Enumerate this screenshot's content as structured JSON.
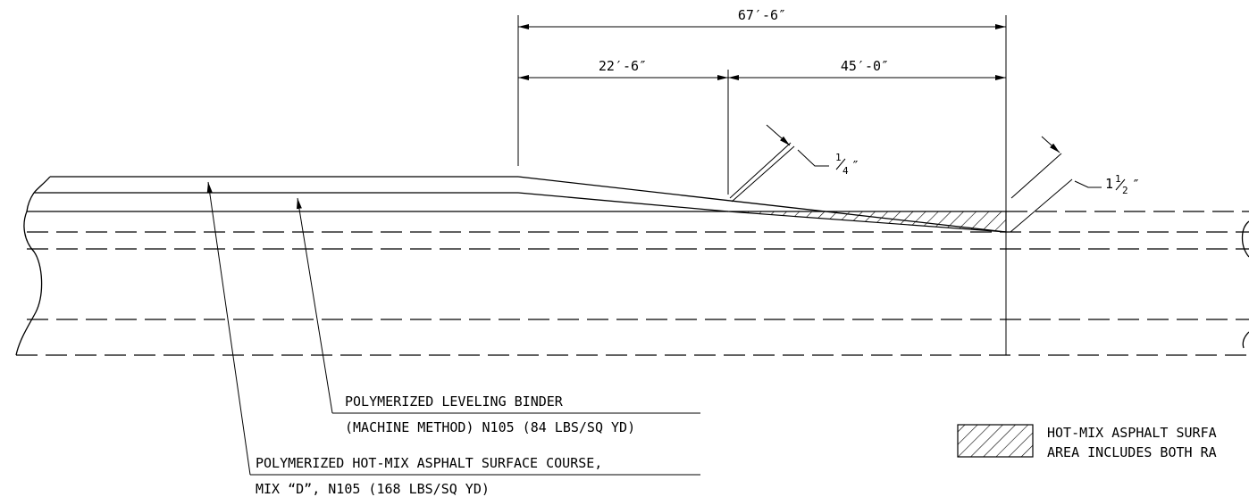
{
  "dimensions": {
    "overall": "67′-6″",
    "left_segment": "22′-6″",
    "right_segment": "45′-0″"
  },
  "thickness": {
    "small": {
      "whole": "",
      "num": "1",
      "den": "4",
      "unit": "″"
    },
    "large": {
      "whole": "1",
      "num": "1",
      "den": "2",
      "unit": "″"
    }
  },
  "callouts": {
    "leveling_binder": {
      "line1": "POLYMERIZED LEVELING BINDER",
      "line2": "(MACHINE METHOD) N105 (84 LBS/SQ YD)"
    },
    "surface_course": {
      "line1": "POLYMERIZED HOT-MIX ASPHALT SURFACE COURSE,",
      "line2": "MIX “D”, N105 (168 LBS/SQ YD)"
    }
  },
  "legend": {
    "line1": "HOT-MIX ASPHALT SURFA",
    "line2": "AREA INCLUDES BOTH RA"
  }
}
